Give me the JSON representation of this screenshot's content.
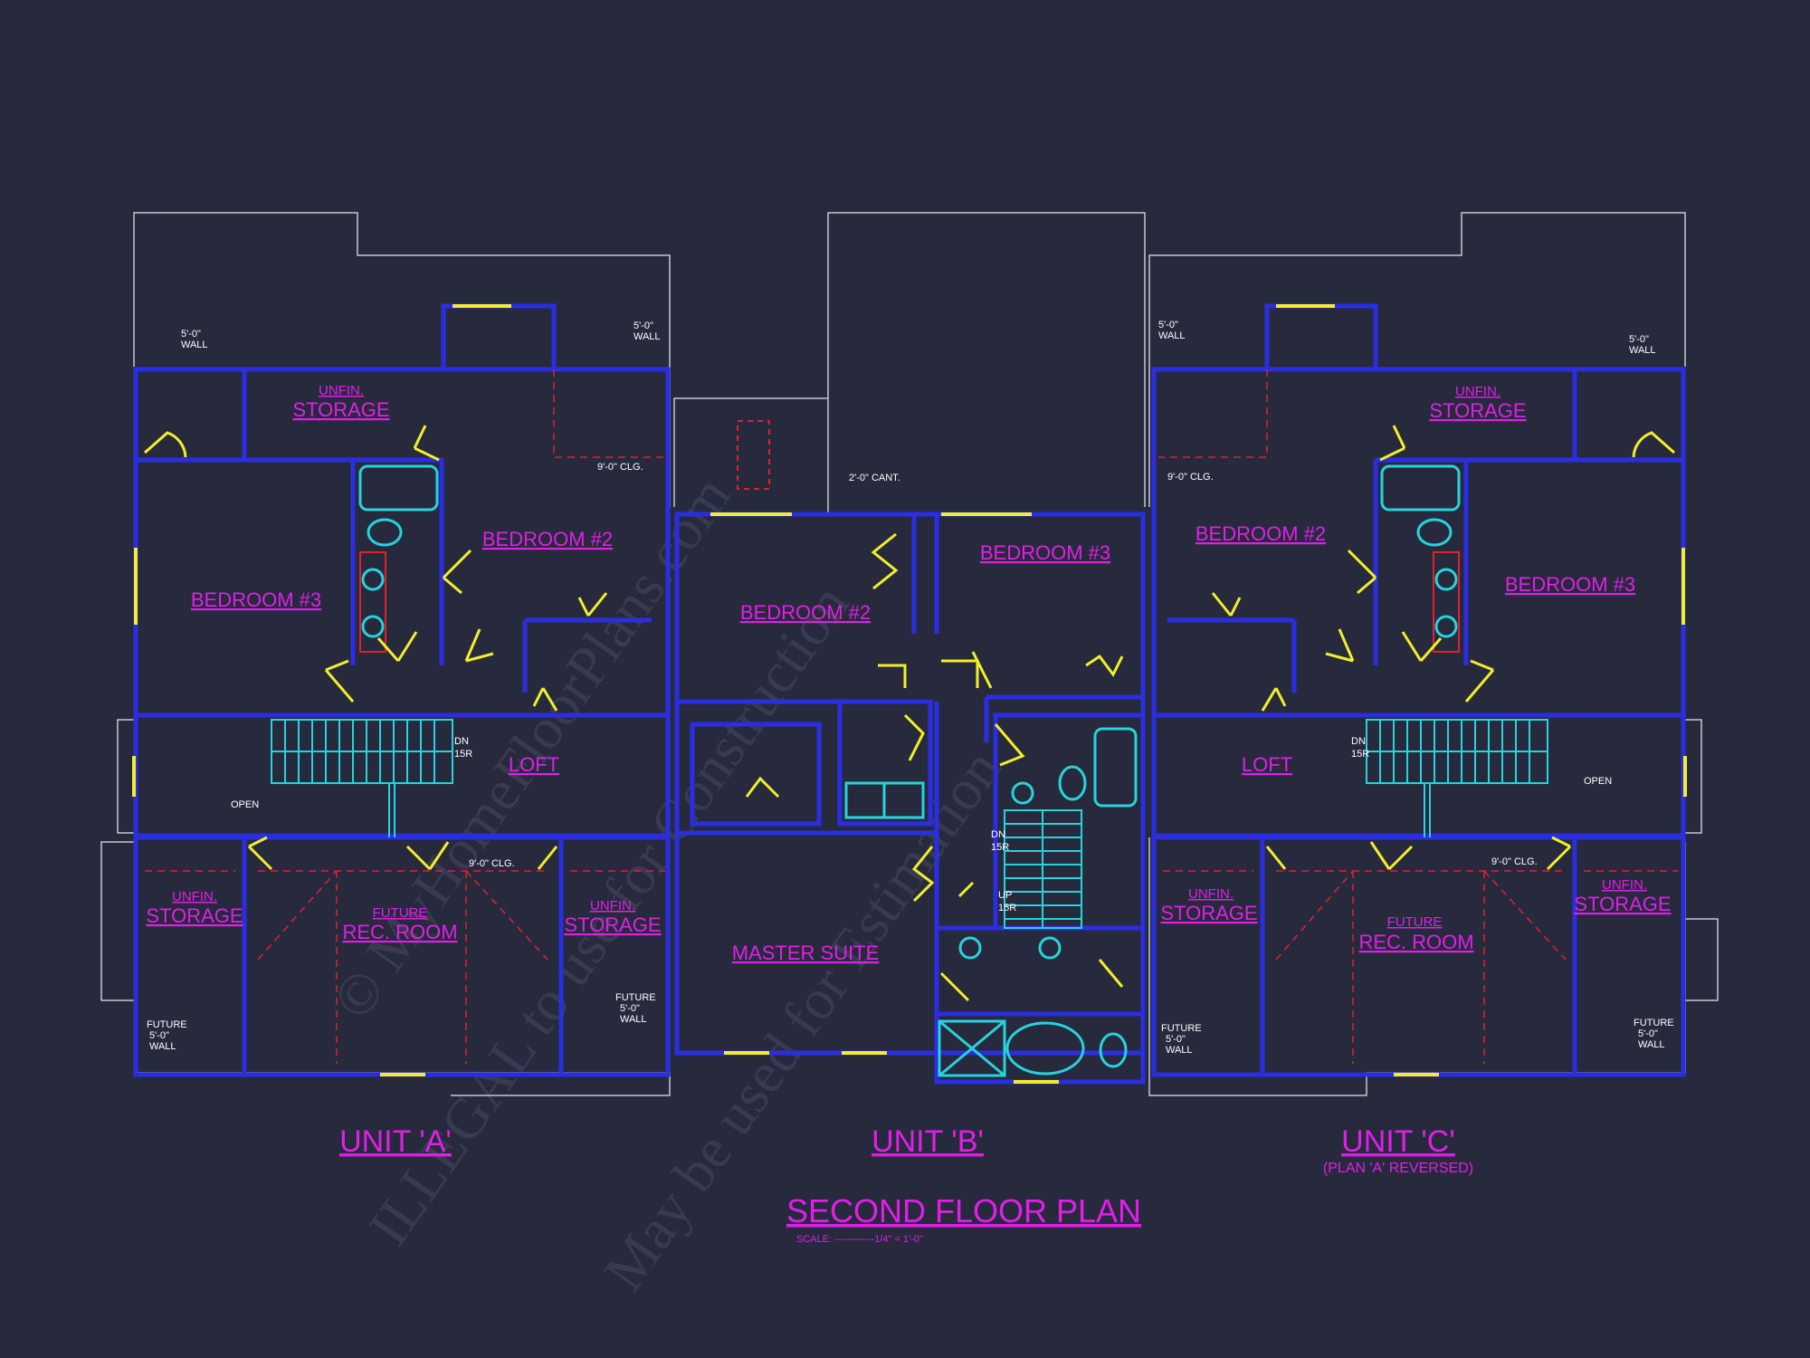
{
  "plan_title": "SECOND FLOOR PLAN",
  "scale_note": "SCALE: ------------1/4\" = 1'-0\"",
  "watermark": {
    "line1": "© MyHomeFloorPlans.com",
    "line2": "ILLEGAL to use for Construction",
    "line3": "May be used for Estimation"
  },
  "units": {
    "a": {
      "label": "UNIT 'A'"
    },
    "b": {
      "label": "UNIT 'B'"
    },
    "c": {
      "label": "UNIT 'C'",
      "sublabel": "(PLAN 'A' REVERSED)"
    }
  },
  "rooms": {
    "a_storage_top_1": "UNFIN.",
    "a_storage_top_2": "STORAGE",
    "a_bed2": "BEDROOM #2",
    "a_bed3": "BEDROOM #3",
    "a_loft": "LOFT",
    "a_open": "OPEN",
    "a_dnbr": "DN\n15R",
    "a_store_left_1": "UNFIN.",
    "a_store_left_2": "STORAGE",
    "a_rec_1": "FUTURE",
    "a_rec_2": "REC. ROOM",
    "a_store_right_1": "UNFIN.",
    "a_store_right_2": "STORAGE",
    "b_bed2": "BEDROOM #2",
    "b_bed3": "BEDROOM #3",
    "b_master": "MASTER SUITE",
    "c_storage_top_1": "UNFIN.",
    "c_storage_top_2": "STORAGE",
    "c_bed2": "BEDROOM #2",
    "c_bed3": "BEDROOM #3",
    "c_loft": "LOFT",
    "c_open": "OPEN",
    "c_store_left_1": "UNFIN.",
    "c_store_left_2": "STORAGE",
    "c_rec_1": "FUTURE",
    "c_rec_2": "REC. ROOM",
    "c_store_right_1": "UNFIN.",
    "c_store_right_2": "STORAGE"
  },
  "notes": {
    "wall_5": "5'-0\"",
    "wall_word": "WALL",
    "future": "FUTURE",
    "clg_9": "9'-0\" CLG.",
    "cant_2": "2'-0\" CANT.",
    "dn": "DN",
    "up": "UP",
    "r15": "15R"
  }
}
